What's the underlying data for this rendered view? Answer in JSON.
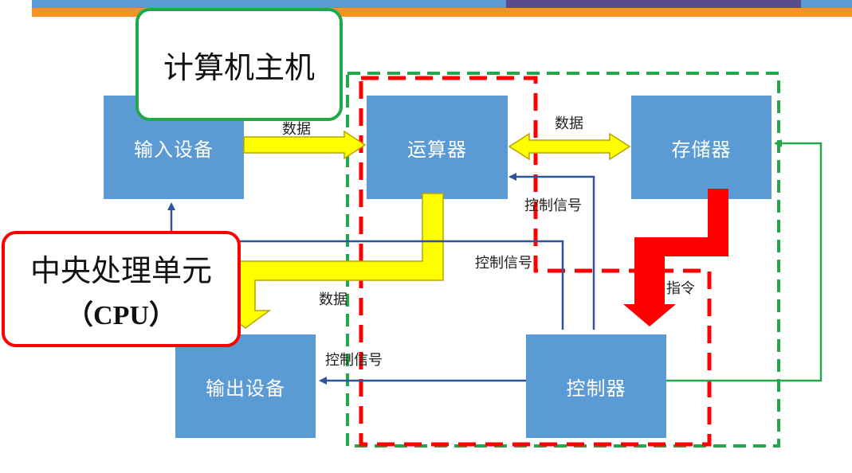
{
  "boxes": {
    "input": "输入设备",
    "alu": "运算器",
    "memory": "存储器",
    "output": "输出设备",
    "controller": "控制器"
  },
  "labels": {
    "data_input_alu": "数据",
    "data_alu_memory": "数据",
    "data_alu_output": "数据",
    "control_alu": "控制信号",
    "control_input": "控制信号",
    "control_output": "控制信号",
    "instruction": "指令"
  },
  "callouts": {
    "host": "计算机主机",
    "cpu_line1": "中央处理单元",
    "cpu_line2": "（CPU）"
  },
  "colors": {
    "box": "#5b9bd5",
    "data_arrow": "#ffff00",
    "control_line": "#2e5597",
    "instruction_arrow": "#ff0000",
    "host_border": "#22a84a",
    "cpu_border": "#ff0000"
  }
}
